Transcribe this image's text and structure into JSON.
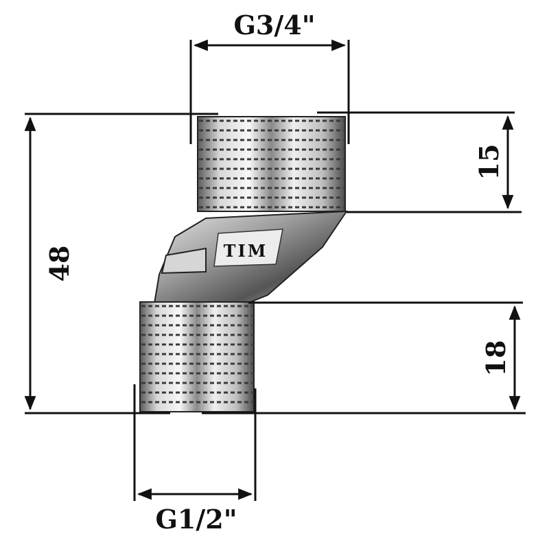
{
  "dimensions": {
    "top_thread": "G3/4\"",
    "bottom_thread": "G1/2\"",
    "total_height": "48",
    "top_height": "15",
    "bottom_height": "18"
  },
  "body": {
    "marking": "TIM"
  },
  "colors": {
    "line": "#111111",
    "metal_dark": "#3a3a3a",
    "metal_mid": "#9a9a9a",
    "metal_light": "#f4f4f4"
  }
}
